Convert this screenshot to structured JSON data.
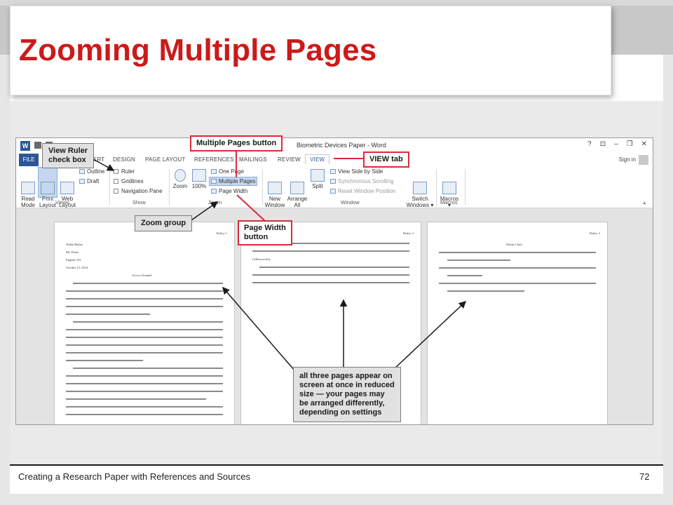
{
  "slide": {
    "title": "Zooming Multiple Pages",
    "footer_text": "Creating a Research Paper with References and Sources",
    "page_number": "72"
  },
  "word": {
    "doc_title": "Biometric Devices Paper - Word",
    "signin": "Sign in",
    "window_buttons": [
      "?",
      "⊡",
      "–",
      "❐",
      "✕"
    ],
    "tabs": {
      "file": "FILE",
      "insert": "INSERT",
      "design": "DESIGN",
      "page_layout": "PAGE LAYOUT",
      "references": "REFERENCES",
      "mailings": "MAILINGS",
      "review": "REVIEW",
      "view": "VIEW"
    },
    "ribbon": {
      "views": {
        "label": "Views",
        "read_mode": "Read\nMode",
        "print_layout": "Print\nLayout",
        "web_layout": "Web\nLayout",
        "outline": "Outline",
        "draft": "Draft"
      },
      "show": {
        "label": "Show",
        "ruler": "Ruler",
        "gridlines": "Gridlines",
        "navigation_pane": "Navigation Pane"
      },
      "zoom": {
        "label": "Zoom",
        "zoom": "Zoom",
        "hundred": "100%",
        "one_page": "One Page",
        "multiple_pages": "Multiple Pages",
        "page_width": "Page Width"
      },
      "window": {
        "label": "Window",
        "new_window": "New\nWindow",
        "arrange_all": "Arrange\nAll",
        "split": "Split",
        "view_side_by_side": "View Side by Side",
        "synchronous_scrolling": "Synchronous Scrolling",
        "reset_window_position": "Reset Window Position",
        "switch_windows": "Switch\nWindows ▾"
      },
      "macros": {
        "label": "Macros",
        "macros": "Macros\n▾"
      }
    },
    "pages": [
      {
        "header": "Bailey 1",
        "text": [
          "Teddy Bailey",
          "Ms. Pedro",
          "English 101",
          "October 15, 2014",
          "Access Granted"
        ]
      },
      {
        "header": "Bailey 2",
        "text": [
          "(Allensworth)."
        ]
      },
      {
        "header": "Bailey 3",
        "text": [
          "Works Cited"
        ]
      }
    ]
  },
  "callouts": {
    "view_ruler": "View Ruler\ncheck box",
    "multiple_pages_button": "Multiple Pages button",
    "view_tab": "VIEW tab",
    "zoom_group": "Zoom group",
    "page_width_button": "Page Width\nbutton",
    "note": "all three pages appear on\nscreen at once in reduced\nsize — your pages may\nbe arranged differently,\ndepending on settings"
  },
  "colors": {
    "title_red": "#cc1a1a",
    "callout_red": "#d92b3a",
    "word_blue": "#2b579a"
  }
}
